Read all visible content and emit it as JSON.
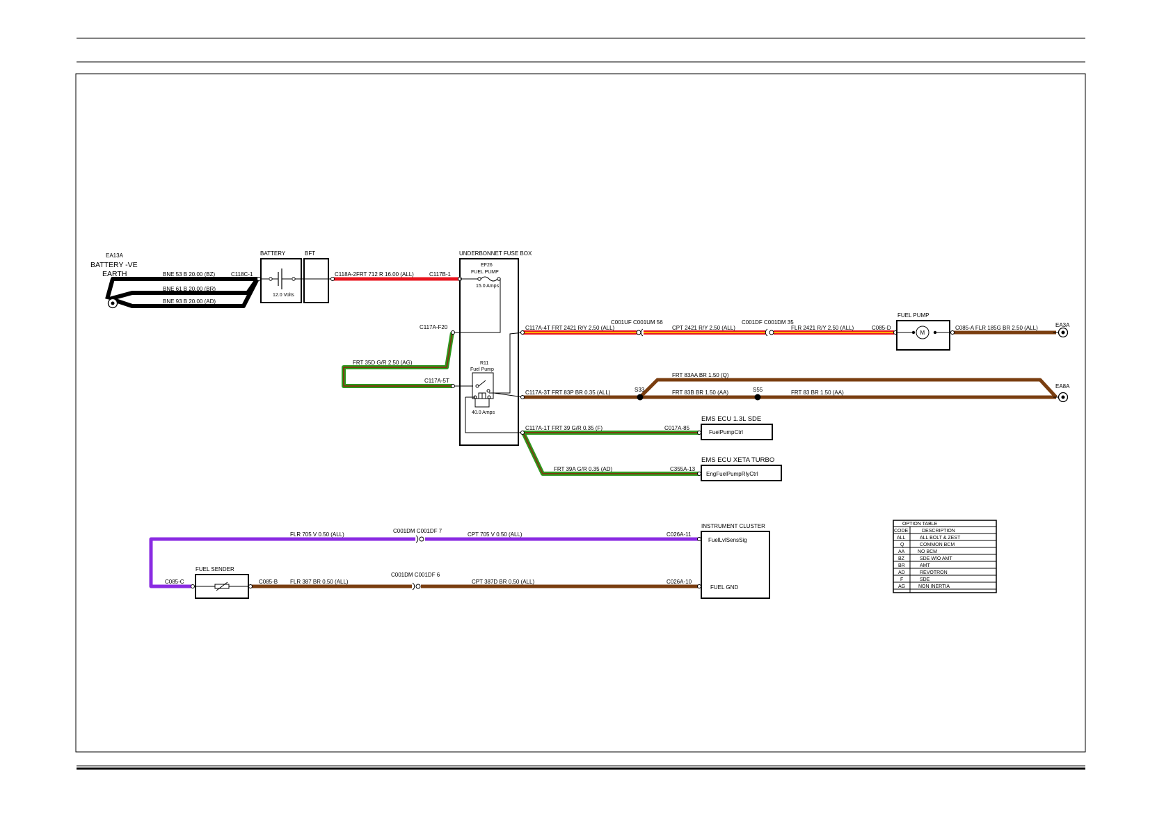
{
  "colors": {
    "black_wire": "#000000",
    "red_wire": "#e8141e",
    "ry_outer": "#e8141e",
    "ry_inner": "#ffb000",
    "brown_wire": "#7a3e10",
    "gr_outer": "#2c9a1e",
    "gr_inner": "#7a3e10",
    "violet_wire": "#8a2be2"
  },
  "icons": [
    "ground-icon",
    "battery-icon",
    "fuse-icon",
    "relay-icon",
    "motor-icon",
    "variable-resistor-icon"
  ],
  "earth": {
    "id": "EA13A",
    "line1": "BATTERY -VE",
    "line2": "EARTH"
  },
  "battery": {
    "title": "BATTERY",
    "volts": "12.0 Volts",
    "connector": "C118C-1"
  },
  "bft": {
    "title": "BFT"
  },
  "fusebox": {
    "title": "UNDERBONNET FUSE BOX",
    "fuse_id": "EF26",
    "fuse_name": "FUEL PUMP",
    "fuse_amps": "15.0 Amps",
    "relay_id": "R11",
    "relay_name": "Fuel Pump",
    "relay_amps": "40.0 Amps",
    "conn_in": "C117B-1",
    "conn_f20": "C117A-F20",
    "conn_5t": "C117A-5T"
  },
  "wires": {
    "bne53": "BNE  53 B 20.00 (BZ)",
    "bne61": "BNE  61 B 20.00 (BR)",
    "bne93": "BNE  93 B 20.00 (AD)",
    "frt712": "C118A-2FRT  712 R 16.00 (ALL)",
    "frt35d": "FRT  35D G/R 2.50 (AG)",
    "frt2421": "C117A-4T FRT  2421 R/Y 2.50 (ALL)",
    "cpt2421": "CPT  2421 R/Y 2.50 (ALL)",
    "flr2421": "FLR  2421 R/Y 2.50 (ALL)",
    "flr185g": "C085-A  FLR  185G BR 2.50 (ALL)",
    "frt83aa": "FRT  83AA BR 1.50 (Q)",
    "frt83p": "C117A-3T FRT  83P BR 0.35 (ALL)",
    "frt83b": "FRT  83B BR 1.50 (AA)",
    "frt83": "FRT  83 BR 1.50 (AA)",
    "frt39": "C117A-1T FRT  39 G/R 0.35 (F)",
    "frt39a": "FRT  39A G/R 0.35 (AD)",
    "flr705": "FLR  705 V 0.50 (ALL)",
    "cpt705": "CPT  705 V 0.50 (ALL)",
    "flr387": "FLR  387 BR 0.50 (ALL)",
    "cpt387d": "CPT  387D BR 0.50 (ALL)"
  },
  "connectors": {
    "c001uf_um": "C001UF C001UM 56",
    "c001df_dm": "C001DF C001DM 35",
    "c085d": "C085-D",
    "c017a85": "C017A-85",
    "c355a13": "C355A-13",
    "c001dm_df7": "C001DM C001DF 7",
    "c026a11": "C026A-11",
    "c085c": "C085-C",
    "c085b": "C085-B",
    "c001dm_df6": "C001DM C001DF 6",
    "c026a10": "C026A-10"
  },
  "splices": {
    "s33": "S33",
    "s55": "S55"
  },
  "fuel_pump": {
    "title": "FUEL PUMP",
    "symbol": "M"
  },
  "grounds": {
    "ea3a": "EA3A",
    "ea8a": "EA8A"
  },
  "ecu_sde": {
    "title": "EMS ECU 1.3L SDE",
    "pin": "FuelPumpCtrl"
  },
  "ecu_turbo": {
    "title": "EMS ECU XETA TURBO",
    "pin": "EngFuelPumpRlyCtrl"
  },
  "cluster": {
    "title": "INSTRUMENT CLUSTER",
    "pin1": "FuelLvlSensSig",
    "pin2": "FUEL GND"
  },
  "fuel_sender": {
    "title": "FUEL SENDER"
  },
  "option_table": {
    "title": "OPTION TABLE",
    "header": [
      "CODE",
      "DESCRIPTION"
    ],
    "rows": [
      [
        "ALL",
        "ALL BOLT & ZEST"
      ],
      [
        "Q",
        "COMMON BCM"
      ],
      [
        "AA",
        "NO BCM"
      ],
      [
        "BZ",
        "SDE W/O AMT"
      ],
      [
        "BR",
        "AMT"
      ],
      [
        "AD",
        "REVOTRON"
      ],
      [
        "F",
        "SDE"
      ],
      [
        "AG",
        "NON INERTIA"
      ]
    ]
  }
}
